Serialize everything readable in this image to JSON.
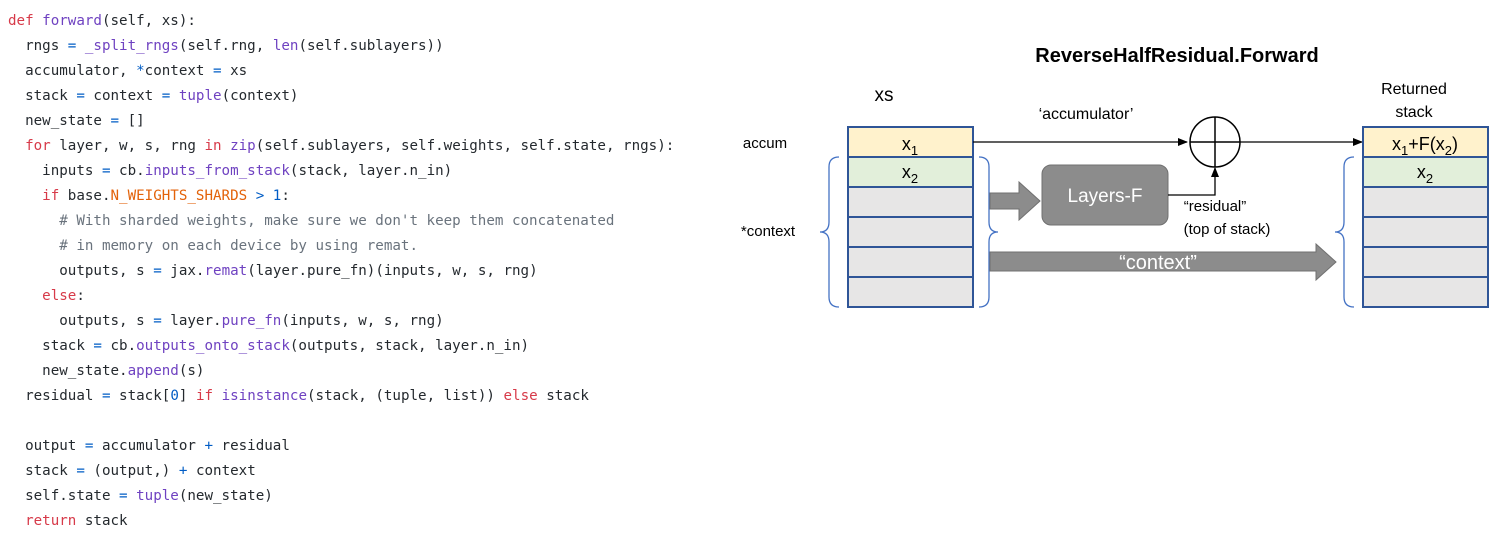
{
  "code": {
    "lines": [
      [
        [
          "kw",
          "def "
        ],
        [
          "fn",
          "forward"
        ],
        [
          "",
          "(self, xs):"
        ]
      ],
      [
        [
          "",
          "  rngs "
        ],
        [
          "op",
          "="
        ],
        [
          "fn",
          " _split_rngs"
        ],
        [
          "",
          "(self.rng, "
        ],
        [
          "fn",
          "len"
        ],
        [
          "",
          "(self.sublayers))"
        ]
      ],
      [
        [
          "",
          "  accumulator, "
        ],
        [
          "op",
          "*"
        ],
        [
          "",
          "context "
        ],
        [
          "op",
          "="
        ],
        [
          "",
          " xs"
        ]
      ],
      [
        [
          "",
          "  stack "
        ],
        [
          "op",
          "="
        ],
        [
          "",
          " context "
        ],
        [
          "op",
          "="
        ],
        [
          "fn",
          " tuple"
        ],
        [
          "",
          "(context)"
        ]
      ],
      [
        [
          "",
          "  new_state "
        ],
        [
          "op",
          "="
        ],
        [
          "",
          " []"
        ]
      ],
      [
        [
          "kw",
          "  for"
        ],
        [
          "",
          " layer, w, s, rng "
        ],
        [
          "kw",
          "in"
        ],
        [
          "fn",
          " zip"
        ],
        [
          "",
          "(self.sublayers, self.weights, self.state, rngs):"
        ]
      ],
      [
        [
          "",
          "    inputs "
        ],
        [
          "op",
          "="
        ],
        [
          "",
          " cb."
        ],
        [
          "fn",
          "inputs_from_stack"
        ],
        [
          "",
          "(stack, layer.n_in)"
        ]
      ],
      [
        [
          "kw",
          "    if"
        ],
        [
          "",
          " base."
        ],
        [
          "cst",
          "N_WEIGHTS_SHARDS"
        ],
        [
          "op",
          " >"
        ],
        [
          "num",
          " 1"
        ],
        [
          "",
          ":"
        ]
      ],
      [
        [
          "cm",
          "      # With sharded weights, make sure we don't keep them concatenated"
        ]
      ],
      [
        [
          "cm",
          "      # in memory on each device by using remat."
        ]
      ],
      [
        [
          "",
          "      outputs, s "
        ],
        [
          "op",
          "="
        ],
        [
          "",
          " jax."
        ],
        [
          "fn",
          "remat"
        ],
        [
          "",
          "(layer.pure_fn)(inputs, w, s, rng)"
        ]
      ],
      [
        [
          "kw",
          "    else"
        ],
        [
          "",
          ":"
        ]
      ],
      [
        [
          "",
          "      outputs, s "
        ],
        [
          "op",
          "="
        ],
        [
          "",
          " layer."
        ],
        [
          "fn",
          "pure_fn"
        ],
        [
          "",
          "(inputs, w, s, rng)"
        ]
      ],
      [
        [
          "",
          "    stack "
        ],
        [
          "op",
          "="
        ],
        [
          "",
          " cb."
        ],
        [
          "fn",
          "outputs_onto_stack"
        ],
        [
          "",
          "(outputs, stack, layer.n_in)"
        ]
      ],
      [
        [
          "",
          "    new_state."
        ],
        [
          "fn",
          "append"
        ],
        [
          "",
          "(s)"
        ]
      ],
      [
        [
          "",
          "  residual "
        ],
        [
          "op",
          "="
        ],
        [
          "",
          " stack["
        ],
        [
          "num",
          "0"
        ],
        [
          "",
          "] "
        ],
        [
          "kw",
          "if"
        ],
        [
          "fn",
          " isinstance"
        ],
        [
          "",
          "(stack, (tuple, list)) "
        ],
        [
          "kw",
          "else"
        ],
        [
          "",
          " stack"
        ]
      ],
      [
        [
          "",
          ""
        ]
      ],
      [
        [
          "",
          "  output "
        ],
        [
          "op",
          "="
        ],
        [
          "",
          " accumulator "
        ],
        [
          "op",
          "+"
        ],
        [
          "",
          " residual"
        ]
      ],
      [
        [
          "",
          "  stack "
        ],
        [
          "op",
          "="
        ],
        [
          "",
          " (output,) "
        ],
        [
          "op",
          "+"
        ],
        [
          "",
          " context"
        ]
      ],
      [
        [
          "",
          "  self.state "
        ],
        [
          "op",
          "="
        ],
        [
          "fn",
          " tuple"
        ],
        [
          "",
          "(new_state)"
        ]
      ],
      [
        [
          "kw",
          "  return"
        ],
        [
          "",
          " stack"
        ]
      ]
    ]
  },
  "diagram": {
    "title": "ReverseHalfResidual.Forward",
    "xs_label": "xs",
    "accum_label": "accum",
    "context_label": "*context",
    "accumulator_edge_label": "‘accumulator’",
    "layers_box_label": "Layers-F",
    "residual_label_line1": "“residual”",
    "residual_label_line2": "(top of stack)",
    "context_arrow_label": "“context”",
    "returned_label_line1": "Returned",
    "returned_label_line2": "stack",
    "left_x1_base": "x",
    "left_x1_sub": "1",
    "left_x2_base": "x",
    "left_x2_sub": "2",
    "right_top_p1": "x",
    "right_top_sub1": "1",
    "right_top_p2": "+F(x",
    "right_top_sub2": "2",
    "right_top_p3": ")",
    "right_x2_base": "x",
    "right_x2_sub": "2",
    "colors": {
      "accum_cell": "#fff2cc",
      "x2_cell": "#e2efda",
      "empty_cell": "#e7e6e6",
      "cell_border": "#2f5597",
      "brace": "#4472c4",
      "gray_box": "#8c8c8c",
      "gray_box_stroke": "#707070"
    }
  }
}
